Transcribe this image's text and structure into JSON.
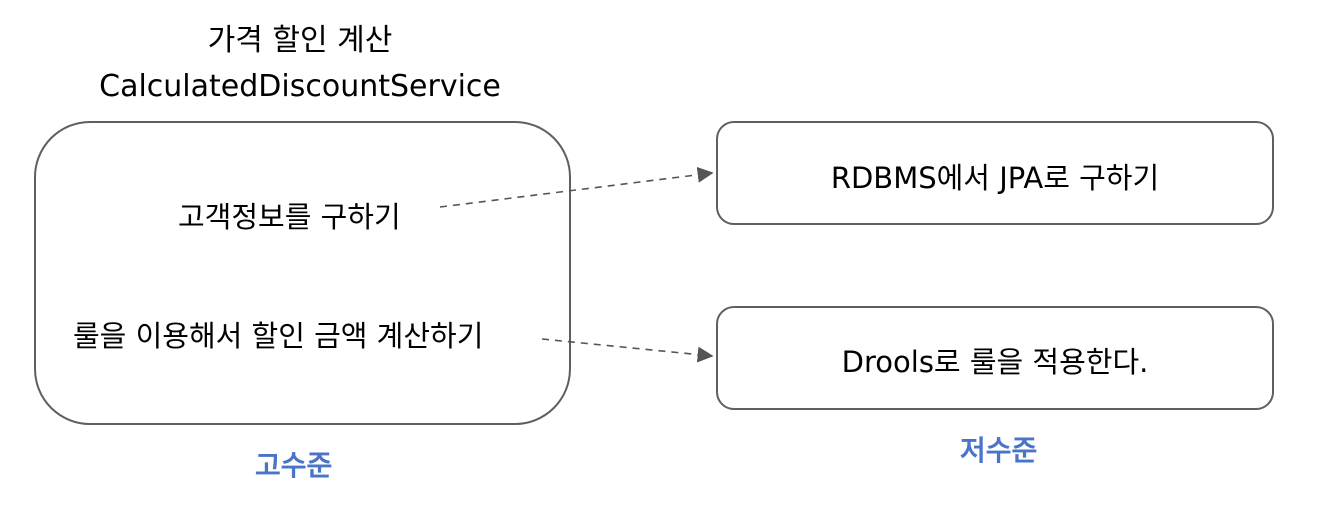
{
  "title": {
    "korean": "가격 할인 계산",
    "service": "CalculatedDiscountService"
  },
  "high_level": {
    "tasks": [
      "고객정보를 구하기",
      "룰을 이용해서 할인 금액 계산하기"
    ],
    "label": "고수준"
  },
  "low_level": {
    "boxes": [
      "RDBMS에서 JPA로 구하기",
      "Drools로 룰을 적용한다."
    ],
    "label": "저수준"
  },
  "colors": {
    "border": "#5f5f5f",
    "arrow": "#555555",
    "level_label": "#4a74c8"
  }
}
